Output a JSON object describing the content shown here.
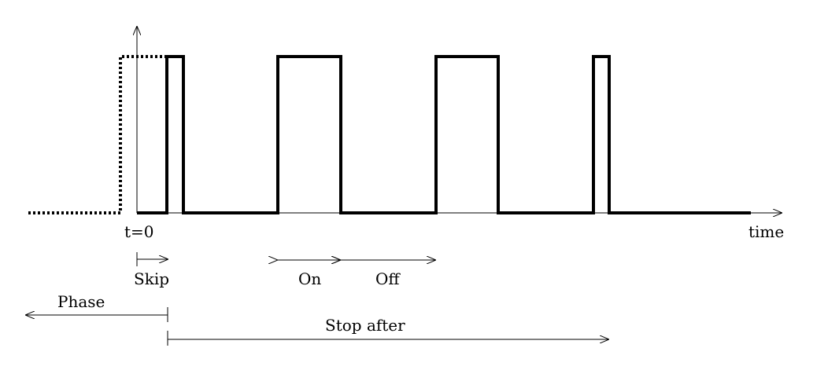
{
  "labels": {
    "origin": "t=0",
    "time_axis": "time",
    "skip": "Skip",
    "on": "On",
    "off": "Off",
    "phase": "Phase",
    "stop_after": "Stop after"
  }
}
